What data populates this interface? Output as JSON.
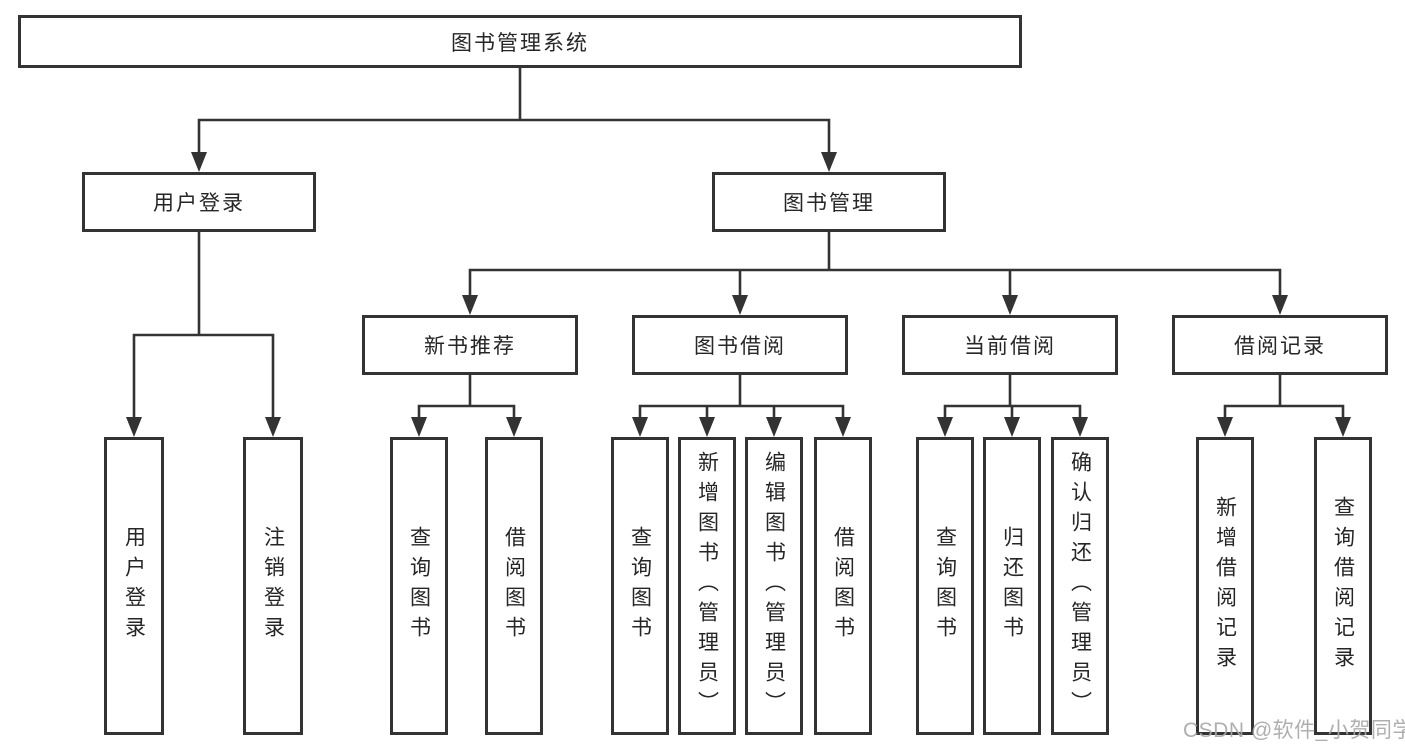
{
  "diagram": {
    "root": {
      "label": "图书管理系统"
    },
    "user_branch": {
      "label": "用户登录",
      "children": [
        {
          "label": "用户登录"
        },
        {
          "label": "注销登录"
        }
      ]
    },
    "book_branch": {
      "label": "图书管理",
      "groups": [
        {
          "label": "新书推荐",
          "children": [
            {
              "label": "查询图书"
            },
            {
              "label": "借阅图书"
            }
          ]
        },
        {
          "label": "图书借阅",
          "children": [
            {
              "label": "查询图书"
            },
            {
              "label": "新增图书（管理员）"
            },
            {
              "label": "编辑图书（管理员）"
            },
            {
              "label": "借阅图书"
            }
          ]
        },
        {
          "label": "当前借阅",
          "children": [
            {
              "label": "查询图书"
            },
            {
              "label": "归还图书"
            },
            {
              "label": "确认归还（管理员）"
            }
          ]
        },
        {
          "label": "借阅记录",
          "children": [
            {
              "label": "新增借阅记录"
            },
            {
              "label": "查询借阅记录"
            }
          ]
        }
      ]
    },
    "watermark": "CSDN @软件_小贺同学",
    "colors": {
      "line": "#333333",
      "text": "#262626",
      "watermark": "#a8a8a8",
      "background": "#ffffff"
    }
  }
}
